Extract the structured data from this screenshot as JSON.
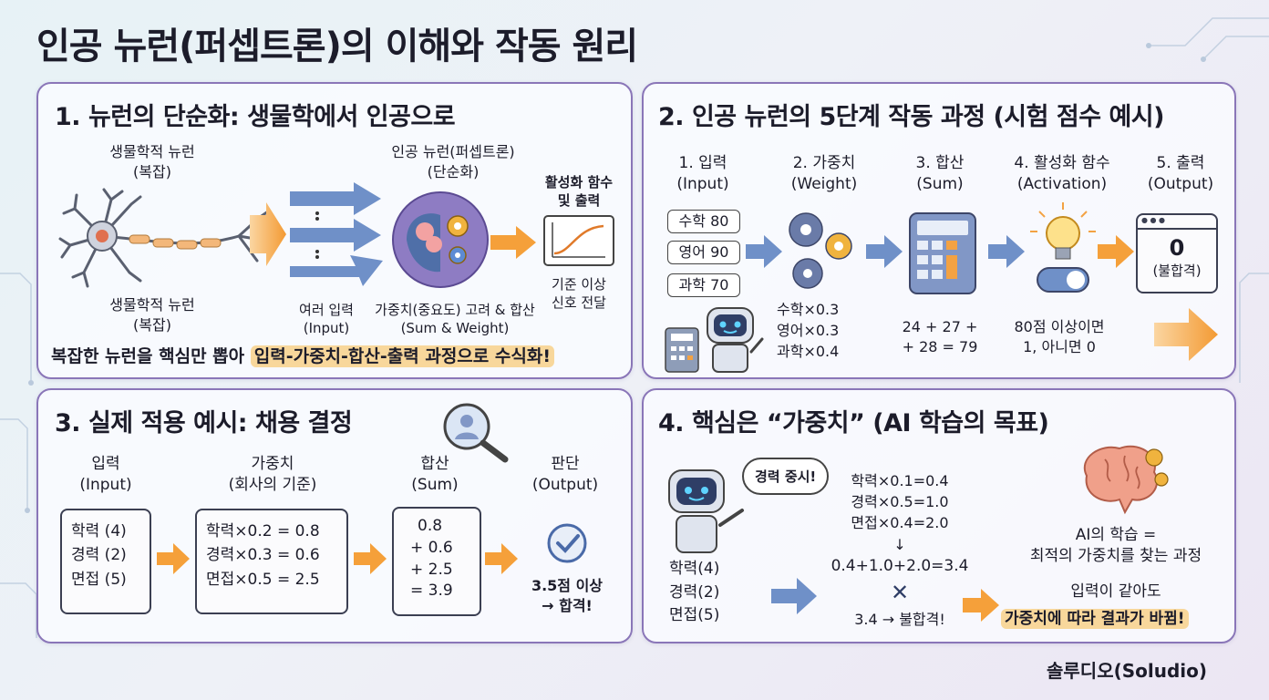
{
  "title": "인공 뉴런(퍼셉트론)의 이해와 작동 원리",
  "panel1": {
    "heading": "1. 뉴런의 단순화: 생물학에서 인공으로",
    "bio_top": [
      "생물학적 뉴런",
      "(복잡)"
    ],
    "bio_bottom": [
      "생물학적 뉴런",
      "(복잡)"
    ],
    "artificial": [
      "인공 뉴런(퍼셉트론)",
      "(단순화)"
    ],
    "activation": [
      "활성화 함수",
      "및 출력"
    ],
    "inputs": [
      "여러 입력",
      "(Input)"
    ],
    "weights": [
      "가중치(중요도) 고려 & 합산",
      "(Sum & Weight)"
    ],
    "threshold": [
      "기준 이상",
      "신호 전달"
    ],
    "summary_plain": "복잡한 뉴런을 핵심만 뽑아 ",
    "summary_highlight": "입력-가중치-합산-출력 과정으로 수식화!"
  },
  "panel2": {
    "heading": "2. 인공 뉴런의 5단계 작동 과정 (시험 점수 예시)",
    "steps": [
      {
        "name": "1. 입력",
        "en": "(Input)"
      },
      {
        "name": "2. 가중치",
        "en": "(Weight)"
      },
      {
        "name": "3. 합산",
        "en": "(Sum)"
      },
      {
        "name": "4. 활성화 함수",
        "en": "(Activation)"
      },
      {
        "name": "5. 출력",
        "en": "(Output)"
      }
    ],
    "scores": [
      "수학 80",
      "영어 90",
      "과학 70"
    ],
    "weights": [
      "수학×0.3",
      "영어×0.3",
      "과학×0.4"
    ],
    "sum": [
      "24 + 27 +",
      "+ 28 = 79"
    ],
    "rule": [
      "80점 이상이면",
      "1, 아니면 0"
    ],
    "output_value": "0",
    "output_label": "(불합격)"
  },
  "panel3": {
    "heading": "3. 실제 적용 예시: 채용 결정",
    "col_input": [
      "입력",
      "(Input)"
    ],
    "col_weight": [
      "가중치",
      "(회사의 기준)"
    ],
    "col_sum": [
      "합산",
      "(Sum)"
    ],
    "col_output": [
      "판단",
      "(Output)"
    ],
    "inputs": [
      "학력 (4)",
      "경력 (2)",
      "면접 (5)"
    ],
    "weighted": [
      "학력×0.2 = 0.8",
      "경력×0.3 = 0.6",
      "면접×0.5 = 2.5"
    ],
    "sums": [
      "0.8",
      "+ 0.6",
      "+ 2.5",
      "= 3.9"
    ],
    "decision": [
      "3.5점 이상",
      "→ 합격!"
    ]
  },
  "panel4": {
    "heading": "4. 핵심은 “가중치” (AI 학습의 목표)",
    "bubble": "경력 중시!",
    "inputs": [
      "학력(4)",
      "경력(2)",
      "면접(5)"
    ],
    "calc": [
      "학력×0.1=0.4",
      "경력×0.5=1.0",
      "면접×0.4=2.0"
    ],
    "down_arrow": "↓",
    "total": "0.4+1.0+2.0=3.4",
    "cross": "✕",
    "result": "3.4 → 불합격!",
    "learning": [
      "AI의 학습 =",
      "최적의 가중치를 찾는 과정"
    ],
    "same_input": "입력이 같아도",
    "changes": "가중치에 따라 결과가 바뀜!"
  },
  "footer": "솔루디오(Soludio)",
  "colors": {
    "accent_orange": "#f5a03a",
    "arrow_blue": "#6f90c8",
    "panel_border": "#8a76b8",
    "purple": "#8e7cc3",
    "highlight": "#f8d79b"
  }
}
